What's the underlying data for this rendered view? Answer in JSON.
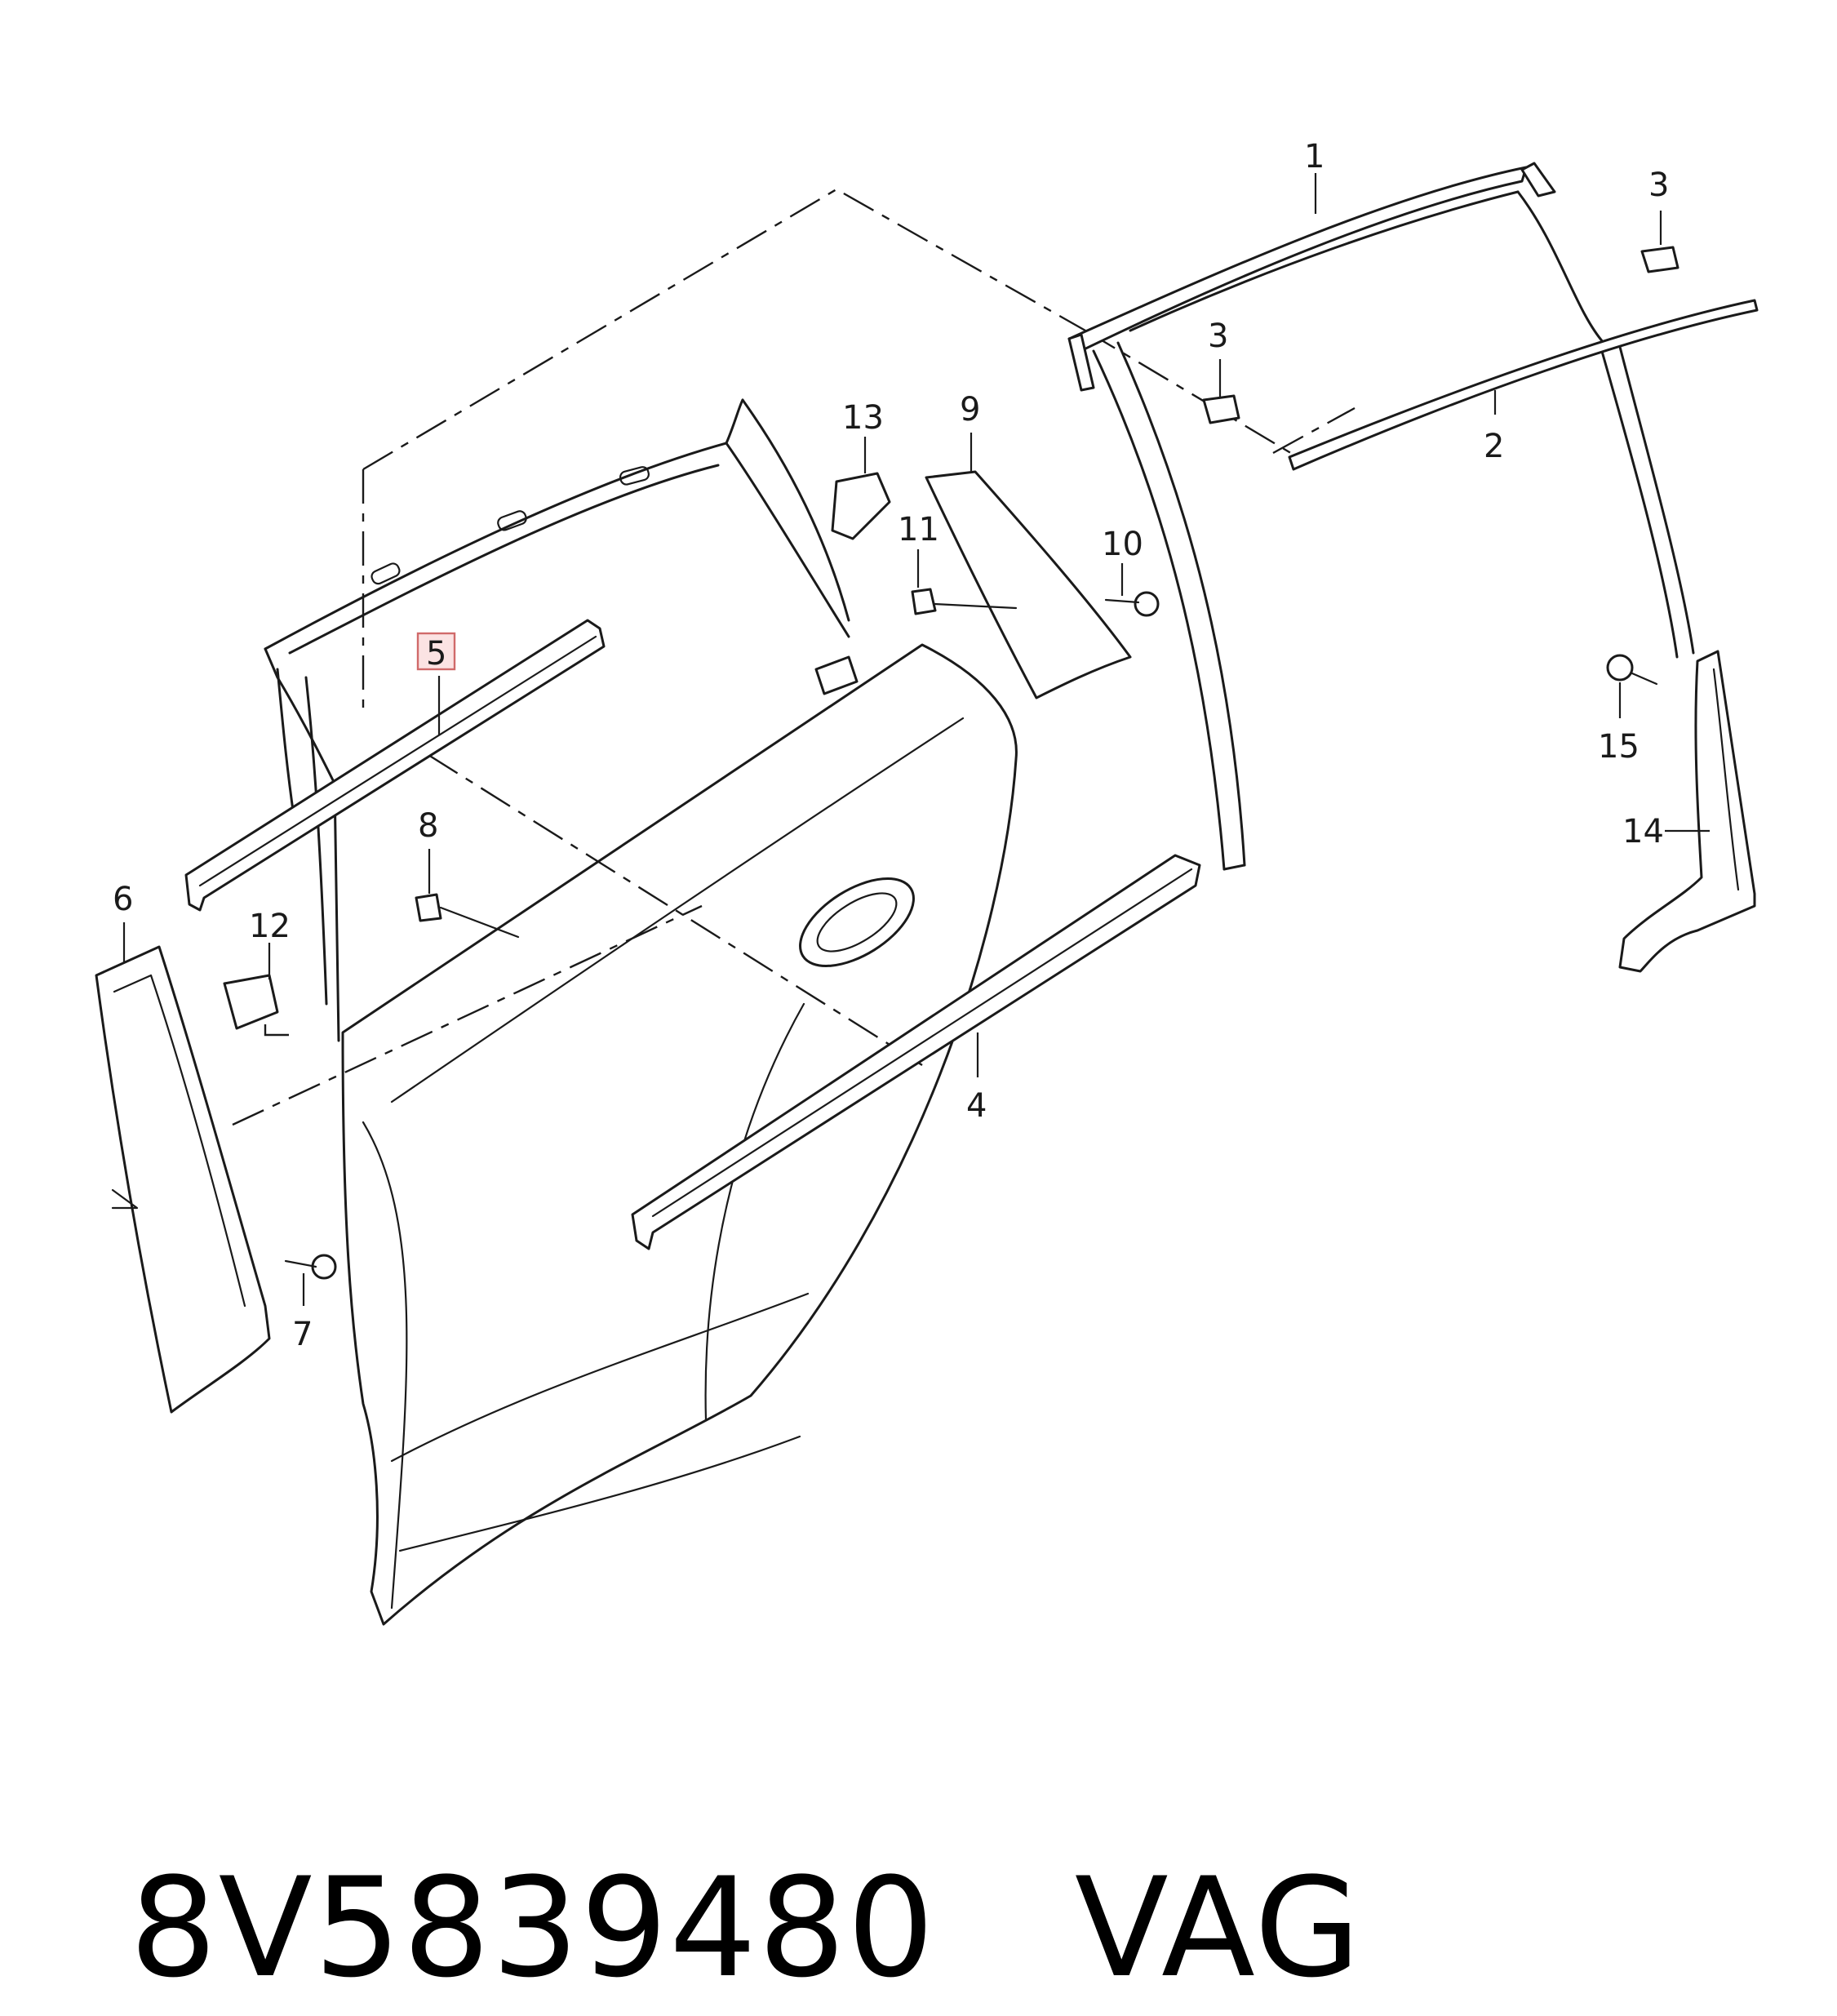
{
  "diagram": {
    "callouts": [
      "1",
      "2",
      "3",
      "3",
      "4",
      "5",
      "6",
      "7",
      "8",
      "9",
      "10",
      "11",
      "12",
      "13",
      "14",
      "15"
    ],
    "highlighted_callout": "5",
    "highlight_color": "#fbe3e3"
  },
  "footer": {
    "part_number": "8V5839480",
    "brand": "VAG"
  }
}
